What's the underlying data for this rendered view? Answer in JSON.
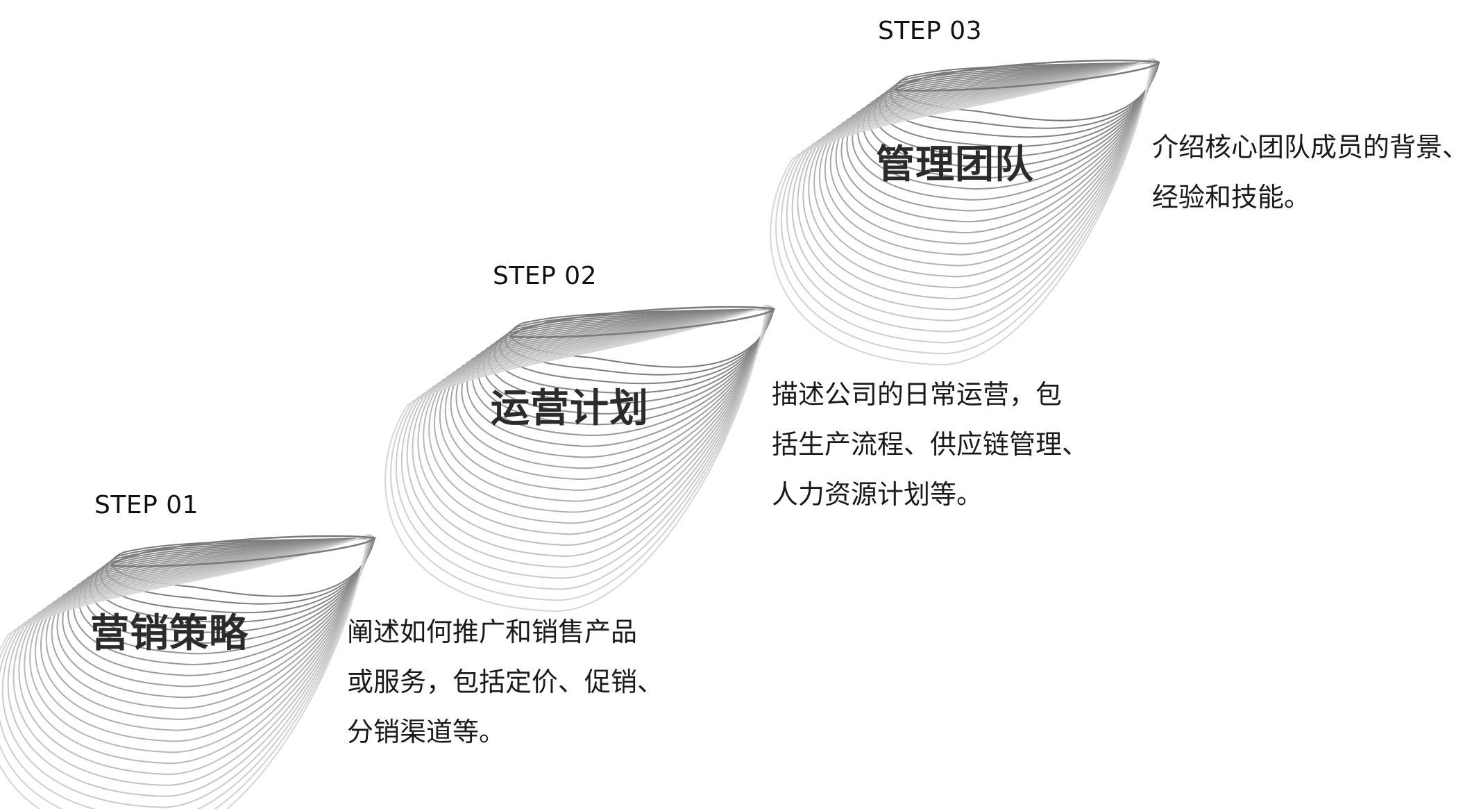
{
  "steps": [
    {
      "label": "STEP 01",
      "title": "营销策略",
      "desc_lines": [
        "阐述如何推广和销售产品",
        "或服务，包括定价、促销、",
        "分销渠道等。"
      ]
    },
    {
      "label": "STEP 02",
      "title": "运营计划",
      "desc_lines": [
        "描述公司的日常运营，包",
        "括生产流程、供应链管理、",
        "人力资源计划等。"
      ]
    },
    {
      "label": "STEP 03",
      "title": "管理团队",
      "desc_lines": [
        "介绍核心团队成员的背景、",
        "经验和技能。"
      ]
    }
  ],
  "colors": {
    "swirl_dark": "#7a7a7a",
    "swirl_light": "#d6d6d6",
    "title": "#2b2b2b",
    "text": "#1a1a1a"
  }
}
